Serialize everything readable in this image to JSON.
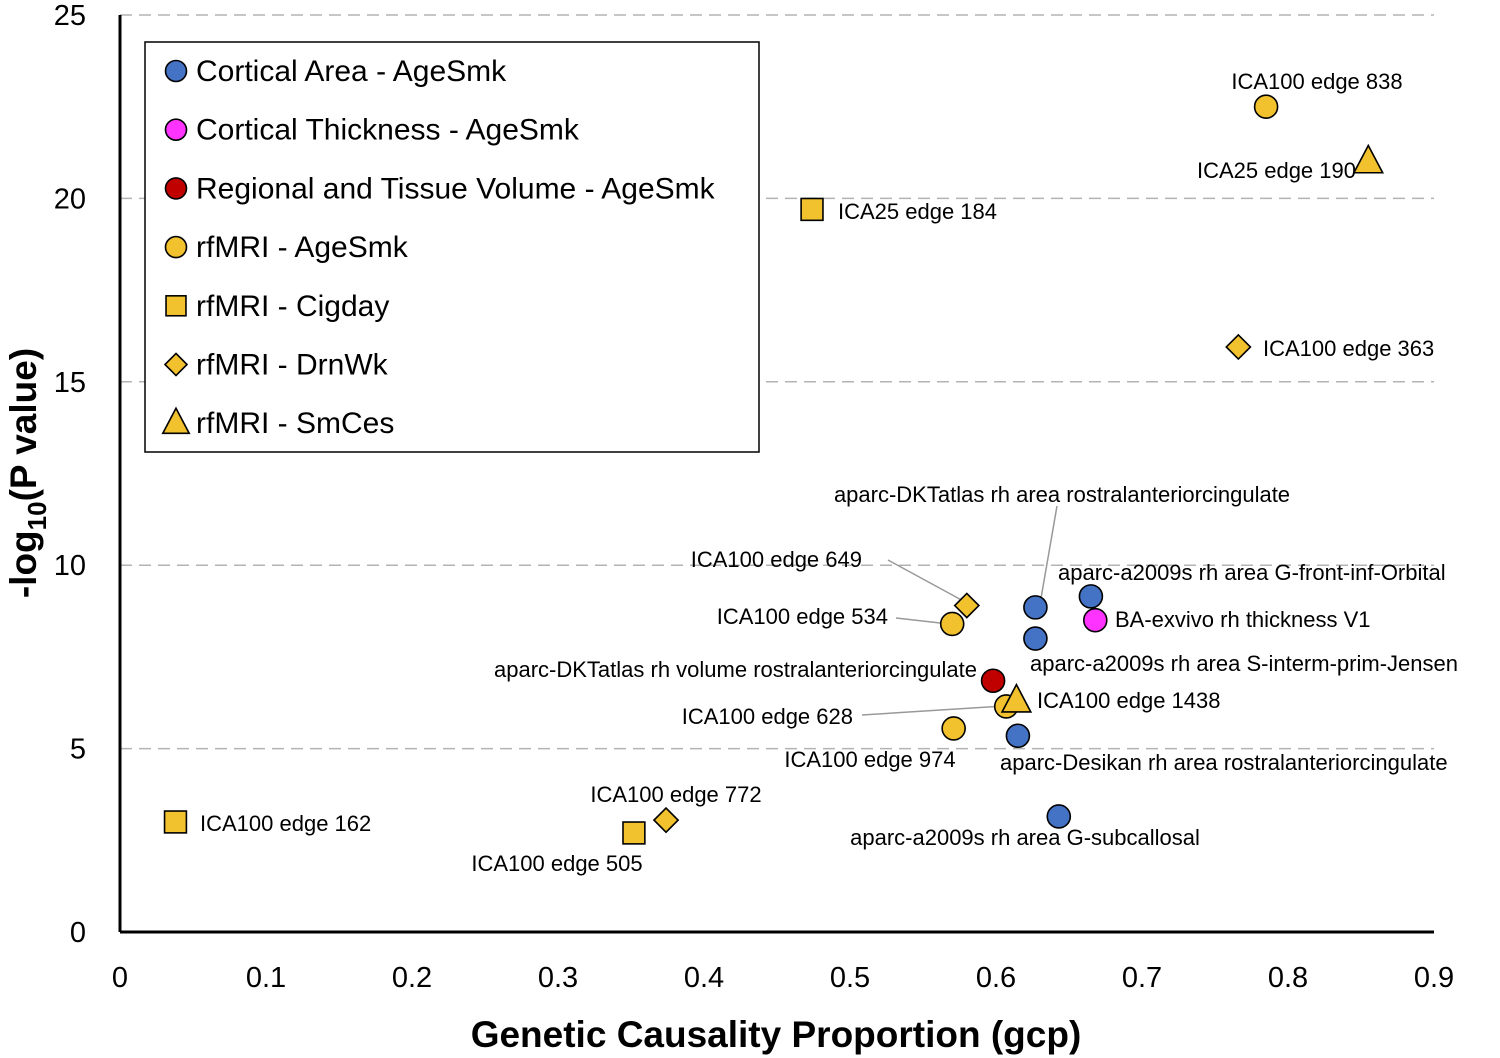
{
  "chart_data": {
    "type": "scatter",
    "xlabel": "Genetic Causality Proportion (gcp)",
    "ylabel_main": "-log",
    "ylabel_sub": "10",
    "ylabel_rest": "(P value)",
    "xlim": [
      0,
      0.9
    ],
    "ylim": [
      0,
      25
    ],
    "x_ticks": [
      "0",
      "0.1",
      "0.2",
      "0.3",
      "0.4",
      "0.5",
      "0.6",
      "0.7",
      "0.8",
      "0.9"
    ],
    "y_ticks": [
      "0",
      "5",
      "10",
      "15",
      "20",
      "25"
    ],
    "y_gridlines": [
      5,
      10,
      15,
      20,
      25
    ],
    "legend_placement": "top-left",
    "colors": {
      "blue": "#4472c4",
      "magenta": "#ff33ff",
      "red": "#c00000",
      "gold": "#f2c12e"
    },
    "series": [
      {
        "name": "Cortical Area - AgeSmk",
        "marker": "circle",
        "color": "#4472c4"
      },
      {
        "name": "Cortical Thickness - AgeSmk",
        "marker": "circle",
        "color": "#ff33ff"
      },
      {
        "name": "Regional and Tissue Volume - AgeSmk",
        "marker": "circle",
        "color": "#c00000"
      },
      {
        "name": "rfMRI - AgeSmk",
        "marker": "circle",
        "color": "#f2c12e"
      },
      {
        "name": "rfMRI - Cigday",
        "marker": "square",
        "color": "#f2c12e"
      },
      {
        "name": "rfMRI - DrnWk",
        "marker": "diamond",
        "color": "#f2c12e"
      },
      {
        "name": "rfMRI - SmCes",
        "marker": "triangle",
        "color": "#f2c12e"
      }
    ],
    "points": [
      {
        "series": 3,
        "x": 0.785,
        "y": 22.5,
        "label": "ICA100 edge 838"
      },
      {
        "series": 6,
        "x": 0.855,
        "y": 21.0,
        "label": "ICA25 edge 190"
      },
      {
        "series": 4,
        "x": 0.474,
        "y": 19.7,
        "label": "ICA25 edge 184"
      },
      {
        "series": 5,
        "x": 0.766,
        "y": 15.95,
        "label": "ICA100 edge 363"
      },
      {
        "series": 0,
        "x": 0.627,
        "y": 8.85,
        "label": "aparc-DKTatlas rh area rostralanteriorcingulate"
      },
      {
        "series": 0,
        "x": 0.665,
        "y": 9.15,
        "label": "aparc-a2009s rh area G-front-inf-Orbital"
      },
      {
        "series": 1,
        "x": 0.668,
        "y": 8.5,
        "label": "BA-exvivo rh thickness V1"
      },
      {
        "series": 0,
        "x": 0.627,
        "y": 8.0,
        "label": "aparc-a2009s rh area S-interm-prim-Jensen"
      },
      {
        "series": 5,
        "x": 0.58,
        "y": 8.9,
        "label": "ICA100 edge 649"
      },
      {
        "series": 3,
        "x": 0.57,
        "y": 8.4,
        "label": "ICA100 edge 534"
      },
      {
        "series": 2,
        "x": 0.598,
        "y": 6.85,
        "label": "aparc-DKTatlas rh volume rostralanteriorcingulate"
      },
      {
        "series": 3,
        "x": 0.607,
        "y": 6.15,
        "label": "ICA100 edge 628"
      },
      {
        "series": 6,
        "x": 0.614,
        "y": 6.3,
        "label": "ICA100 edge 1438"
      },
      {
        "series": 3,
        "x": 0.571,
        "y": 5.55,
        "label": "ICA100 edge 974"
      },
      {
        "series": 0,
        "x": 0.615,
        "y": 5.35,
        "label": "aparc-Desikan rh area rostralanteriorcingulate"
      },
      {
        "series": 0,
        "x": 0.643,
        "y": 3.15,
        "label": "aparc-a2009s rh area G-subcallosal"
      },
      {
        "series": 4,
        "x": 0.038,
        "y": 3.0,
        "label": "ICA100 edge 162"
      },
      {
        "series": 5,
        "x": 0.374,
        "y": 3.05,
        "label": "ICA100 edge 772"
      },
      {
        "series": 4,
        "x": 0.352,
        "y": 2.7,
        "label": "ICA100 edge 505"
      }
    ]
  }
}
